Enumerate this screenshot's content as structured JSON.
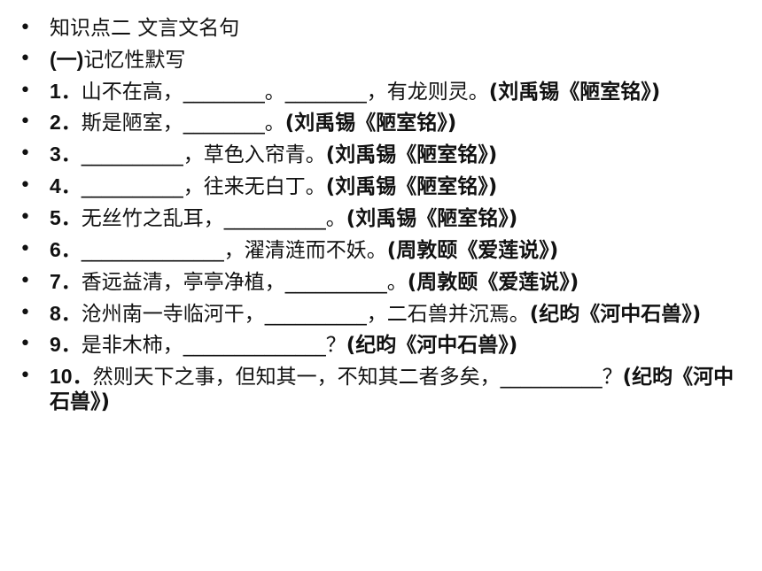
{
  "bullet_glyph": "•",
  "lines": [
    {
      "text": "知识点二 文言文名句"
    },
    {
      "prefix": "(一)",
      "text": "记忆性默写"
    },
    {
      "num": "1．",
      "text": "山不在高，________。________，有龙则灵。",
      "src": "(刘禹锡《陋室铭》)",
      "wrap": true
    },
    {
      "num": "2．",
      "text": "斯是陋室，________。",
      "src": "(刘禹锡《陋室铭》)"
    },
    {
      "num": "3．",
      "text": "__________，草色入帘青。",
      "src": "(刘禹锡《陋室铭》)"
    },
    {
      "num": "4．",
      "text": "__________，往来无白丁。",
      "src": "(刘禹锡《陋室铭》)"
    },
    {
      "num": "5．",
      "text": "无丝竹之乱耳，__________。",
      "src": "(刘禹锡《陋室铭》)"
    },
    {
      "num": "6．",
      "text": "______________，濯清涟而不妖。",
      "src": "(周敦颐《爱莲说》)"
    },
    {
      "num": "7．",
      "text": "香远益清，亭亭净植，__________。",
      "src": "(周敦颐《爱莲说》)"
    },
    {
      "num": "8．",
      "text": "沧州南一寺临河干，__________，二石兽并沉焉。",
      "src": "(纪昀《河中石兽》)",
      "wrap": true
    },
    {
      "num": "9．",
      "text": "是非木柿，______________？",
      "src": "(纪昀《河中石兽》)"
    },
    {
      "num": "10．",
      "text": "然则天下之事，但知其一，不知其二者多矣，__________？",
      "src": "(纪昀《河中石兽》)",
      "wrap": true
    }
  ]
}
